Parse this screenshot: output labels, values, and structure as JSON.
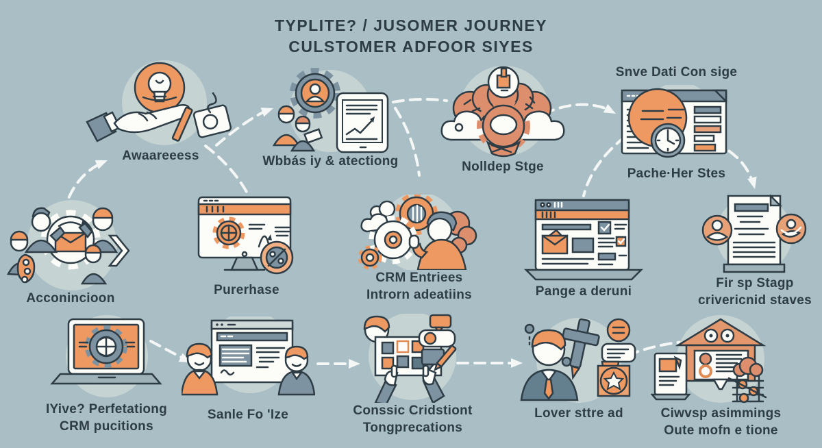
{
  "title": {
    "line1": "TYPLITE? / JUSOMER JOURNEY",
    "line2": "CULSTOMER ADFOOR SIYES"
  },
  "stages": [
    {
      "name": "awareness",
      "label": "Awaareeess",
      "icon": "lightbulb-hand-icon"
    },
    {
      "name": "web-attraction",
      "label": "Wbbás iy & atectiong",
      "icon": "gear-user-tablet-icon"
    },
    {
      "name": "cloud-stage",
      "label": "Nolldep Stge",
      "icon": "cloud-gear-icon"
    },
    {
      "name": "cache-sites",
      "label": "Pache·Her Stes",
      "title_above": "Snve Dati Con sige",
      "icon": "browser-clock-icon"
    },
    {
      "name": "connection",
      "label": "Acconincioon",
      "icon": "team-gear-envelope-icon"
    },
    {
      "name": "purchase",
      "label": "Purerhase",
      "icon": "monitor-discount-icon"
    },
    {
      "name": "crm-entries",
      "label": "CRM Entriees",
      "label2": "Introrn adeatiins",
      "icon": "gears-person-icon"
    },
    {
      "name": "landing-page",
      "label": "Pange a deruni",
      "icon": "laptop-form-icon"
    },
    {
      "name": "first-stage",
      "label": "Fir sp Stagp",
      "label2": "crivericnid staves",
      "icon": "document-contacts-icon"
    },
    {
      "name": "crm-performance",
      "label": "IYive? Perfetationg",
      "label2": "CRM pucitions",
      "icon": "laptop-gear-icon"
    },
    {
      "name": "sales-flow",
      "label": "Sanle Fo 'Ize",
      "icon": "browser-people-icon"
    },
    {
      "name": "considerations",
      "label": "Conssic Cridstiont",
      "label2": "Tongprecations",
      "icon": "hands-dashboard-icon"
    },
    {
      "name": "loyal-customer",
      "label": "Lover sttre ad",
      "icon": "person-badges-icon"
    },
    {
      "name": "web-assignments",
      "label": "Ciwvsp asimmings",
      "label2": "Oute mofn e tione",
      "icon": "house-shop-icon"
    }
  ],
  "colors": {
    "background": "#a9bfc5",
    "accent_orange": "#ee9862",
    "clay_orange": "#dd8e6c",
    "ink": "#2e3c45",
    "slate": "#7d93a1",
    "light_circle": "#c6d3d3",
    "arrow_white": "#f4f7f5"
  }
}
